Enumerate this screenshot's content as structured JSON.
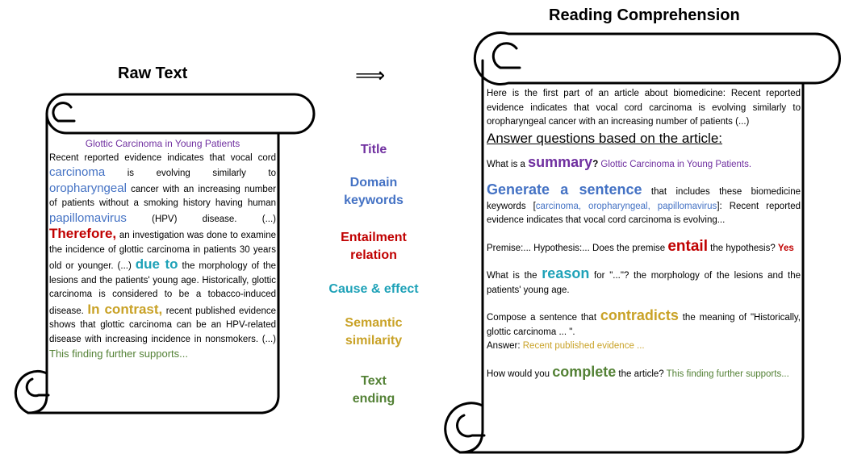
{
  "headings": {
    "raw_text": "Raw Text",
    "reading_comprehension": "Reading Comprehension",
    "arrow": "⟹"
  },
  "raw": {
    "title": "Glottic Carcinoma in Young Patients",
    "s1": "Recent reported evidence indicates that vocal cord ",
    "kw_carcinoma": "carcinoma",
    "s2": " is evolving similarly to ",
    "kw_oropharyngeal": "oropharyngeal",
    "s3": " cancer with an increasing number of patients without a smoking history having human ",
    "kw_papillomavirus": "papillomavirus",
    "s4": " (HPV) disease. (...) ",
    "kw_therefore": "Therefore,",
    "s5": " an investigation was done to examine the incidence of glottic carcinoma in patients 30 years old  or younger. (...) ",
    "kw_due_to": "due to",
    "s6": " the morphology of the lesions and the patients' young age. Historically, glottic carcinoma is considered to be a tobacco-induced disease. ",
    "kw_in_contrast": "In contrast,",
    "s7": " recent published evidence shows that glottic carcinoma can be an HPV-related disease with increasing incidence in nonsmokers. (...) ",
    "ending": "This finding further supports..."
  },
  "labels": {
    "title": "Title",
    "domain": [
      "Domain",
      "keywords"
    ],
    "entailment": [
      "Entailment",
      "relation"
    ],
    "cause": "Cause & effect",
    "semantic": [
      "Semantic",
      "similarity"
    ],
    "ending": [
      "Text",
      "ending"
    ]
  },
  "rc": {
    "intro": "Here is the first part of an article about biomedicine: Recent reported evidence indicates that vocal cord carcinoma is evolving similarly to oropharyngeal cancer with an increasing number of patients (...)",
    "header": "Answer questions based on the article:",
    "q1_pre": "What is a ",
    "q1_kw": "summary",
    "q1_mark": "?",
    "q1_ans": " Glottic Carcinoma in Young Patients.",
    "q2_kw": "Generate a sentence",
    "q2_mid": " that includes these biomedicine keywords [",
    "q2_kws": "carcinoma, oropharyngeal, papillomavirus",
    "q2_post": "]: Recent reported evidence indicates that vocal cord carcinoma is evolving...",
    "q3_pre": "Premise:... Hypothesis:... Does the premise ",
    "q3_kw": "entail",
    "q3_mid": " the hypothesis? ",
    "q3_ans": "Yes",
    "q4_pre": "What is the ",
    "q4_kw": "reason",
    "q4_post": " for \"...\"? the morphology of the lesions and the patients' young age.",
    "q5_pre": "Compose a sentence that ",
    "q5_kw": "contradicts",
    "q5_post": " the meaning of \"Historically, glottic carcinoma ... \".",
    "q5_ans_label": "Answer: ",
    "q5_ans": "Recent published evidence ...",
    "q6_pre": "How would you ",
    "q6_kw": "complete",
    "q6_mid": " the article? ",
    "q6_ans": "This finding further supports..."
  }
}
